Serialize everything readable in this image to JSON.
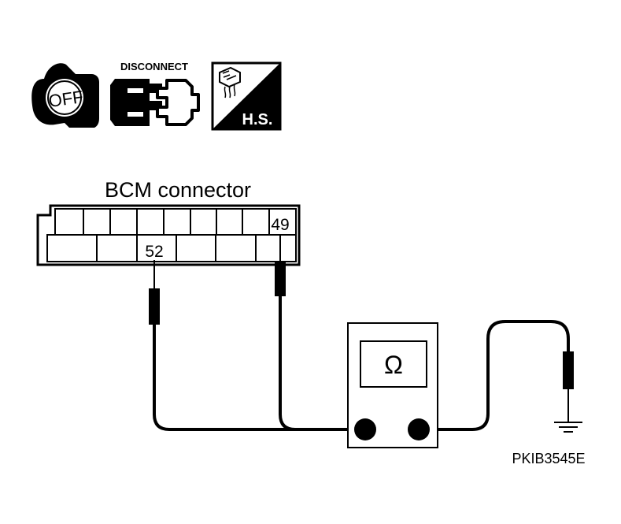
{
  "icons": {
    "ignition_text": "OFF",
    "disconnect_text": "DISCONNECT",
    "harness_side_text": "H.S."
  },
  "connector": {
    "title": "BCM connector",
    "pin_a": "49",
    "pin_b": "52"
  },
  "meter": {
    "symbol": "Ω"
  },
  "figure_code": "PKIB3545E"
}
